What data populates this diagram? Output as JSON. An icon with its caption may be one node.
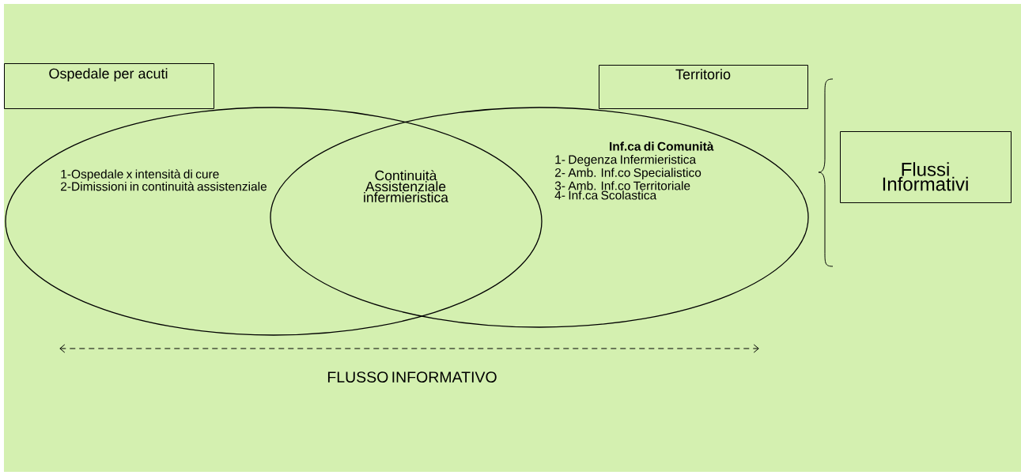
{
  "diagram": {
    "nodes": [
      {
        "text": [
          "Ospedale per acuti"
        ]
      },
      {
        "text": [
          "Territorio"
        ]
      },
      {
        "text": [
          "1-Ospedale x intensità di cure",
          "2-Dimissioni in continuità assistenziale"
        ]
      },
      {
        "text": [
          "Inf.ca di Comunità",
          "1- Degenza Infermieristica",
          "2- Amb. Inf.co Specialistico",
          "3- Amb. Inf.co Territoriale",
          "4- Inf.ca Scolastica"
        ]
      },
      {
        "text": [
          "Flussi Informativi"
        ]
      }
    ],
    "labels": [
      "Continuità Assistenziale infermieristica",
      "FLUSSO INFORMATIVO"
    ]
  }
}
